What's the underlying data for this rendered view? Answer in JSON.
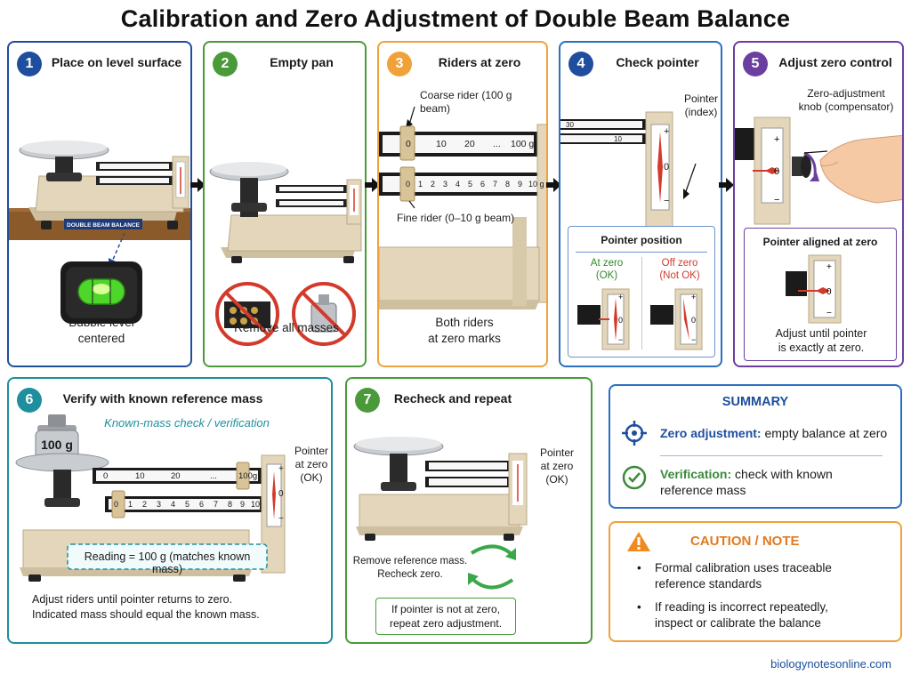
{
  "title": "Calibration and Zero Adjustment of Double Beam Balance",
  "colors": {
    "blue": "#1f4e9e",
    "green": "#4a9a3a",
    "orange": "#f0a13a",
    "violet": "#6b3fa0",
    "teal": "#1f8f9e",
    "red": "#d33a2c",
    "beige": "#e3d6bb"
  },
  "steps": [
    {
      "number": "1",
      "title": "Place on level surface",
      "label_plate": "DOUBLE BEAM BALANCE",
      "caption": [
        "Bubble level",
        "centered"
      ],
      "icons": [
        "balance-icon",
        "bubble-level-icon"
      ]
    },
    {
      "number": "2",
      "title": "Empty pan",
      "caption": "Remove all masses",
      "icons": [
        "balance-icon",
        "no-weights-icon",
        "no-mass-icon"
      ]
    },
    {
      "number": "3",
      "title": "Riders at zero",
      "coarse_label": "Coarse rider (100 g beam)",
      "fine_label": "Fine rider (0–10 g beam)",
      "coarse_ticks": [
        "0",
        "10",
        "20",
        "...",
        "100 g"
      ],
      "fine_ticks": [
        "0",
        "1",
        "2",
        "3",
        "4",
        "5",
        "6",
        "7",
        "8",
        "9",
        "10 g"
      ],
      "caption": [
        "Both riders",
        "at zero marks"
      ]
    },
    {
      "number": "4",
      "title": "Check pointer",
      "pointer_label": [
        "Pointer",
        "(index)"
      ],
      "beam_ticks": [
        "30",
        "10"
      ],
      "scale": [
        "+",
        "0",
        "−"
      ],
      "position_box": {
        "title": "Pointer position",
        "ok_label": [
          "At zero",
          "(OK)"
        ],
        "bad_label": [
          "Off zero",
          "(Not OK)"
        ]
      }
    },
    {
      "number": "5",
      "title": "Adjust zero control",
      "knob_label": [
        "Zero-adjustment",
        "knob (compensator)"
      ],
      "aligned_box": {
        "title": "Pointer aligned at zero",
        "caption": [
          "Adjust until pointer",
          "is exactly at zero."
        ]
      }
    },
    {
      "number": "6",
      "title": "Verify with known reference mass",
      "subtitle": "Known-mass check / verification",
      "mass_label": "100 g",
      "pointer_label": [
        "Pointer",
        "at zero",
        "(OK)"
      ],
      "coarse_ticks": [
        "0",
        "10",
        "20",
        "...",
        "100g"
      ],
      "fine_ticks": [
        "0",
        "1",
        "2",
        "3",
        "4",
        "5",
        "6",
        "7",
        "8",
        "9",
        "10"
      ],
      "reading": "Reading = 100 g (matches known mass)",
      "caption": [
        "Adjust riders until pointer returns to zero.",
        "Indicated mass should equal the known mass."
      ]
    },
    {
      "number": "7",
      "title": "Recheck and repeat",
      "pointer_label": [
        "Pointer",
        "at zero",
        "(OK)"
      ],
      "remove_text": [
        "Remove reference mass.",
        "Recheck zero."
      ],
      "repeat_box": [
        "If pointer is not at zero,",
        "repeat zero adjustment."
      ]
    }
  ],
  "summary": {
    "title": "SUMMARY",
    "items": [
      {
        "icon": "target-icon",
        "term": "Zero adjustment:",
        "text": " empty balance at zero"
      },
      {
        "icon": "check-icon",
        "term": "Verification:",
        "text": [
          "  check with known",
          "reference mass"
        ]
      }
    ]
  },
  "caution": {
    "title": "CAUTION / NOTE",
    "items": [
      [
        "Formal calibration uses traceable",
        "reference standards"
      ],
      [
        "If reading is incorrect repeatedly,",
        "inspect or calibrate the balance"
      ]
    ]
  },
  "footer": "biologynotesonline.com"
}
